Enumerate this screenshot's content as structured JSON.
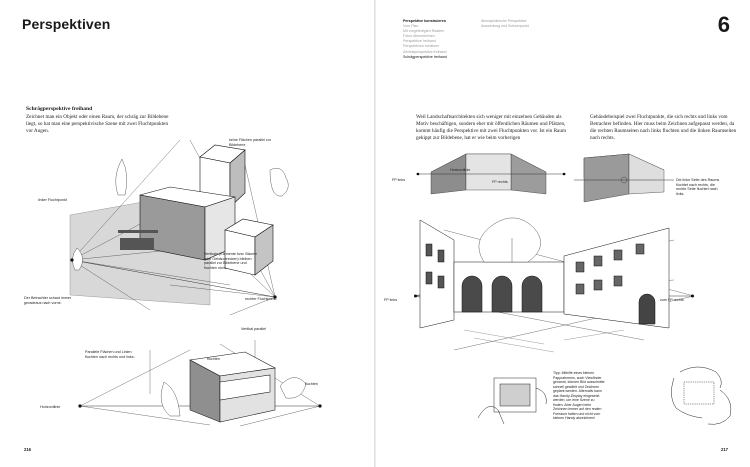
{
  "header": {
    "chapter_title": "Perspektiven",
    "chapter_number": "6"
  },
  "toc": {
    "col1": [
      {
        "label": "Perspektive konstruieren",
        "state": "active"
      },
      {
        "label": "Vom Plan",
        "state": ""
      },
      {
        "label": "Mit vorgefertigten Rastern",
        "state": ""
      },
      {
        "label": "Fotos überzeichnen",
        "state": ""
      },
      {
        "label": "Perspektive freihand",
        "state": ""
      },
      {
        "label": "Perspektiven schätzen",
        "state": ""
      },
      {
        "label": "Zentralperspektive freihand",
        "state": ""
      },
      {
        "label": "Schrägperspektive freihand",
        "state": "current"
      }
    ],
    "col2": [
      {
        "label": "Atmosphärische Perspektive",
        "state": ""
      },
      {
        "label": "Auswertung und Schwerpunkt",
        "state": ""
      }
    ]
  },
  "left_page": {
    "section_heading": "Schrägperspektive freihand",
    "intro": "Zeichnet man ein Objekt oder einen Raum, der schräg zur Bildebene liegt, so hat man eine perspektivische Szene mit zwei Fluchtpunkten vor Augen.",
    "captions": {
      "parallel_top": "keine Flächen parallel zur Bildebene",
      "left_vp": "linker Fluchtpunkt",
      "verticals": "Vertikale (Elemente bzw. Bäume oder Gebäudeecken) bleiben parallel zur Bildebene und fluchten nicht.",
      "viewer": "Der Betrachter schaut immer geradeaus nach vorne.",
      "right_vp": "rechter Fluchtpunkt",
      "parallel_lines": "Parallele Flächen und Linien fluchten nach rechts und links.",
      "vertical_parallel": "Vertikal parallel",
      "fluchten_left": "fluchten",
      "fluchten_right": "fluchten",
      "horizon": "Horizontlinie"
    },
    "page_number": "216"
  },
  "right_page": {
    "text_a": "Weil Landschaftsarchitekten sich weniger mit einzelnen Gebäuden als Motiv beschäftigen, sondern eher mit öffentlichen Räumen und Plätzen, kommt häufig die Perspektive mit zwei Fluchtpunkten vor. Ist ein Raum gekippt zur Bildebene, hat er wie beim vorherigen",
    "text_b": "Gebäudebeispiel zwei Fluchtpunkte, die sich rechts und links vom Betrachter befinden. Hier muss beim Zeichnen aufgepasst werden, da die rechten Raumseiten nach links fluchten und die linken Raumseiten nach rechts.",
    "captions": {
      "horizon": "Horizontlinie",
      "fp_links_top": "FP links",
      "fp_rechts_top": "FP rechts",
      "side_note": "Die linke Seite des Raums fluchtet nach rechts, die rechte Seite fluchtet nach links.",
      "fp_links_main": "FP links",
      "fp_rechts_main": "zum FP rechts"
    },
    "tip": "Tipp: Mithilfe eines kleinen Papprahmens, auch Viewfinder genannt, können Bild ausschnitte schnell gewählt und Zeichnen geplant werden. Alternativ kann das Handy-Display eingesetzt werden, um eine Szene zu finden. Aber Augen beim Zeichnen immer auf den realen Freiraum halten und nicht vom kleinen Handy abzeichnen!",
    "page_number": "217"
  }
}
